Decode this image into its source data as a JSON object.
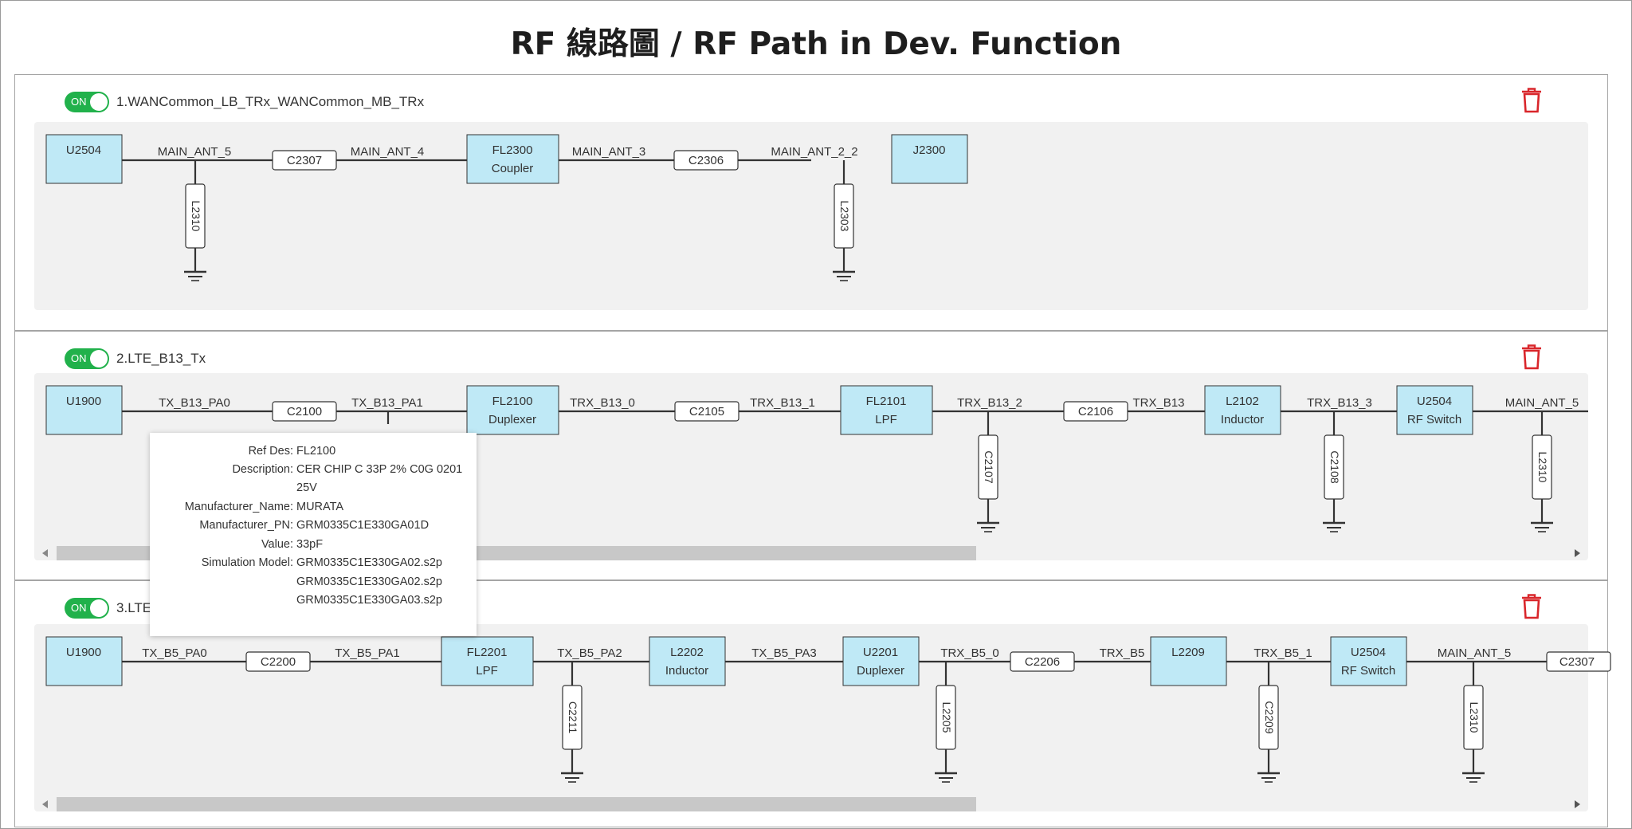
{
  "title": "RF 線路圖 / RF Path in Dev. Function",
  "paths": [
    {
      "index": "1.",
      "name": "WANCommon_LB_TRx_WANCommon_MB_TRx",
      "toggle": "ON",
      "blocks": [
        {
          "ref": "U2504",
          "sub": ""
        },
        {
          "ref": "FL2300",
          "sub": "Coupler"
        },
        {
          "ref": "J2300",
          "sub": ""
        }
      ],
      "series_parts": [
        "C2307",
        "C2306"
      ],
      "nets": [
        "MAIN_ANT_5",
        "MAIN_ANT_4",
        "MAIN_ANT_3",
        "MAIN_ANT_2_2"
      ],
      "shunts": [
        "L2310",
        "L2303"
      ]
    },
    {
      "index": "2.",
      "name": "LTE_B13_Tx",
      "toggle": "ON",
      "blocks": [
        {
          "ref": "U1900",
          "sub": ""
        },
        {
          "ref": "FL2100",
          "sub": "Duplexer"
        },
        {
          "ref": "FL2101",
          "sub": "LPF"
        },
        {
          "ref": "L2102",
          "sub": "Inductor"
        },
        {
          "ref": "U2504",
          "sub": "RF Switch"
        }
      ],
      "series_parts": [
        "C2100",
        "C2105",
        "C2106"
      ],
      "nets": [
        "TX_B13_PA0",
        "TX_B13_PA1",
        "TRX_B13_0",
        "TRX_B13_1",
        "TRX_B13_2",
        "TRX_B13",
        "TRX_B13_3",
        "MAIN_ANT_5"
      ],
      "shunts": [
        "C2107",
        "C2108",
        "L2310"
      ]
    },
    {
      "index": "3.",
      "name": "LTE_B5_Tx",
      "toggle": "ON",
      "blocks": [
        {
          "ref": "U1900",
          "sub": ""
        },
        {
          "ref": "FL2201",
          "sub": "LPF"
        },
        {
          "ref": "L2202",
          "sub": "Inductor"
        },
        {
          "ref": "U2201",
          "sub": "Duplexer"
        },
        {
          "ref": "L2209",
          "sub": ""
        },
        {
          "ref": "U2504",
          "sub": "RF Switch"
        }
      ],
      "series_parts": [
        "C2200",
        "C2206",
        "C2307"
      ],
      "nets": [
        "TX_B5_PA0",
        "TX_B5_PA1",
        "TX_B5_PA2",
        "TX_B5_PA3",
        "TRX_B5_0",
        "TRX_B5",
        "TRX_B5_1",
        "MAIN_ANT_5"
      ],
      "shunts": [
        "C2211",
        "L2205",
        "C2209",
        "L2310"
      ]
    }
  ],
  "tooltip": {
    "ref_des_label": "Ref Des:",
    "ref_des": "FL2100",
    "description_label": "Description:",
    "description_1": "CER CHIP C 33P 2% C0G 0201",
    "description_2": "25V",
    "manufacturer_name_label": "Manufacturer_Name:",
    "manufacturer_name": "MURATA",
    "manufacturer_pn_label": "Manufacturer_PN:",
    "manufacturer_pn": "GRM0335C1E330GA01D",
    "value_label": "Value:",
    "value": "33pF",
    "simulation_model_label": "Simulation Model:",
    "simulation_models": [
      "GRM0335C1E330GA02.s2p",
      "GRM0335C1E330GA02.s2p",
      "GRM0335C1E330GA03.s2p"
    ]
  },
  "colors": {
    "block_fill": "#bfe9f6",
    "toggle_on": "#21b14b",
    "trash": "#d9262b",
    "canvas_bg": "#f1f1f1",
    "wire": "#333333"
  },
  "icons": {
    "delete": "trash-icon",
    "ground": "ground-symbol-icon"
  }
}
